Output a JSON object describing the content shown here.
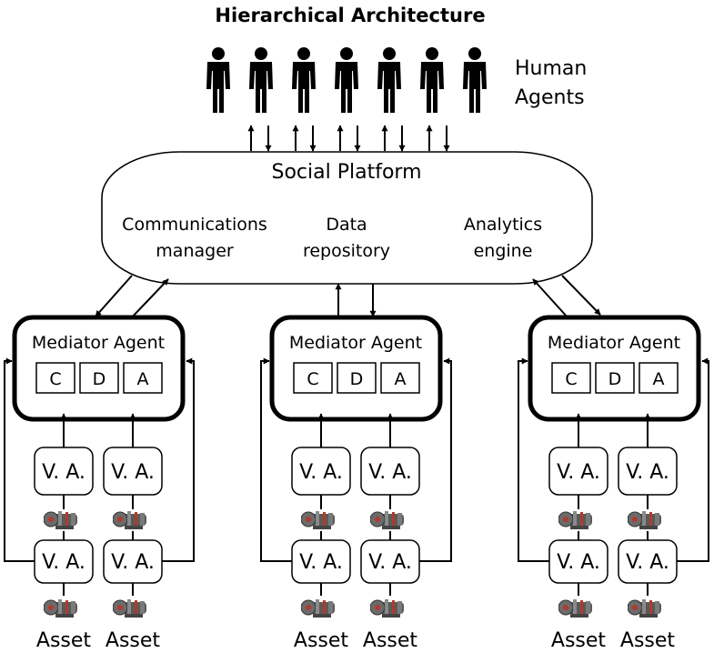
{
  "title": "Hierarchical Architecture",
  "human_agents": {
    "label_line1": "Human",
    "label_line2": "Agents",
    "count": 7
  },
  "platform": {
    "title": "Social Platform",
    "components": [
      {
        "line1": "Communications",
        "line2": "manager"
      },
      {
        "line1": "Data",
        "line2": "repository"
      },
      {
        "line1": "Analytics",
        "line2": "engine"
      }
    ]
  },
  "mediators": [
    {
      "label": "Mediator Agent",
      "modules": [
        "C",
        "D",
        "A"
      ]
    },
    {
      "label": "Mediator Agent",
      "modules": [
        "C",
        "D",
        "A"
      ]
    },
    {
      "label": "Mediator Agent",
      "modules": [
        "C",
        "D",
        "A"
      ]
    }
  ],
  "virtual_agent_label": "V. A.",
  "asset_label": "Asset",
  "asset_icon": "engine-icon",
  "human_icon": "person-icon",
  "colors": {
    "stroke": "#000000",
    "asset_body": "#5a5a5a",
    "asset_accent": "#b03a2e"
  }
}
